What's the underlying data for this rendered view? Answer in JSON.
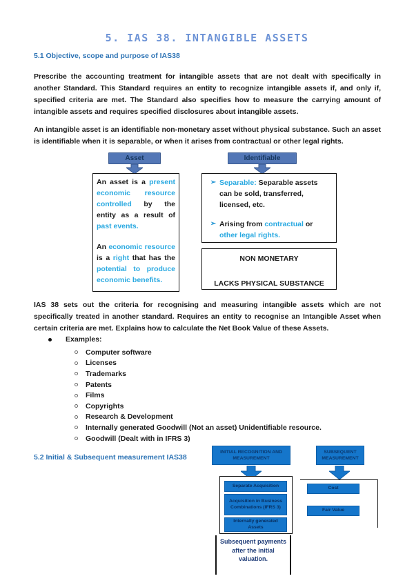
{
  "page": {
    "title": "5.  IAS 38. INTANGIBLE ASSETS"
  },
  "section1": {
    "heading": "5.1 Objective, scope and purpose of IAS38",
    "para1": "Prescribe the accounting treatment for intangible assets that are not dealt with specifically in another Standard. This Standard requires an entity to recognize intangible assets if, and only if, specified criteria are met. The Standard also specifies how to measure the carrying amount of intangible assets and requires specified disclosures about intangible assets.",
    "para2": "An intangible asset is an identifiable non-monetary asset without physical substance. Such an asset is identifiable when it is separable, or when it arises from contractual or other legal rights."
  },
  "diagram": {
    "asset_header": "Asset",
    "identifiable_header": "Identifiable",
    "asset_box": {
      "para1_segments": [
        {
          "t": "An asset is a ",
          "c": "k"
        },
        {
          "t": "present economic resource controlled",
          "c": "b"
        },
        {
          "t": " by the entity as a result of ",
          "c": "k"
        },
        {
          "t": "past events.",
          "c": "b"
        }
      ],
      "para2_segments": [
        {
          "t": "An ",
          "c": "k"
        },
        {
          "t": "economic resource",
          "c": "b"
        },
        {
          "t": " is a ",
          "c": "k"
        },
        {
          "t": "right",
          "c": "b"
        },
        {
          "t": " that has the ",
          "c": "k"
        },
        {
          "t": "potential to produce economic benefits.",
          "c": "b"
        }
      ]
    },
    "identifiable_box": {
      "bullet_glyph": "➢",
      "bullet1_segments": [
        {
          "t": "Separable:",
          "c": "b"
        },
        {
          "t": " Separable assets can be sold, transferred, licensed, etc.",
          "c": "k"
        }
      ],
      "bullet2_segments": [
        {
          "t": "Arising from ",
          "c": "k"
        },
        {
          "t": "contractual",
          "c": "b"
        },
        {
          "t": " or ",
          "c": "k"
        },
        {
          "t": "other legal rights.",
          "c": "b"
        }
      ]
    },
    "non_monetary_box": {
      "line1": "NON MONETARY",
      "line2": "LACKS PHYSICAL SUBSTANCE"
    }
  },
  "criteria": {
    "para3": "IAS 38 sets out the criteria for recognising and measuring intangible assets which are not specifically treated in another standard. Requires an entity to recognise an Intangible Asset when certain criteria are met. Explains how to calculate the Net Book Value of these Assets.",
    "examples_label": "Examples:",
    "examples": [
      "Computer software",
      "Licenses",
      "Trademarks",
      "Patents",
      "Films",
      "Copyrights",
      "Research & Development",
      "Internally generated Goodwill (Not an asset) Unidentifiable resource.",
      "Goodwill (Dealt with in IFRS 3)"
    ]
  },
  "section2": {
    "heading": "5.2 Initial & Subsequent measurement IAS38"
  },
  "flowchart": {
    "initial": {
      "header": "INITIAL RECOGNITION AND MEASUREMENT",
      "items": [
        "Separate Acquisition",
        "Acquisition  in Business Combinations (IFRS 3)",
        "Internally generated Assets"
      ]
    },
    "subsequent": {
      "header": "SUBSEQUENT MEASUREMENT",
      "items": [
        "Cost",
        "Fair Value"
      ]
    },
    "note": "Subsequent payments after the initial valuation."
  },
  "colors": {
    "title_blue": "#6d93d6",
    "heading_blue": "#2e74b5",
    "accent_cyan": "#29a9e1",
    "shape_blue_muted": "#5377b6",
    "flow_blue": "#1576cb",
    "shape_text_navy": "#17375e"
  }
}
